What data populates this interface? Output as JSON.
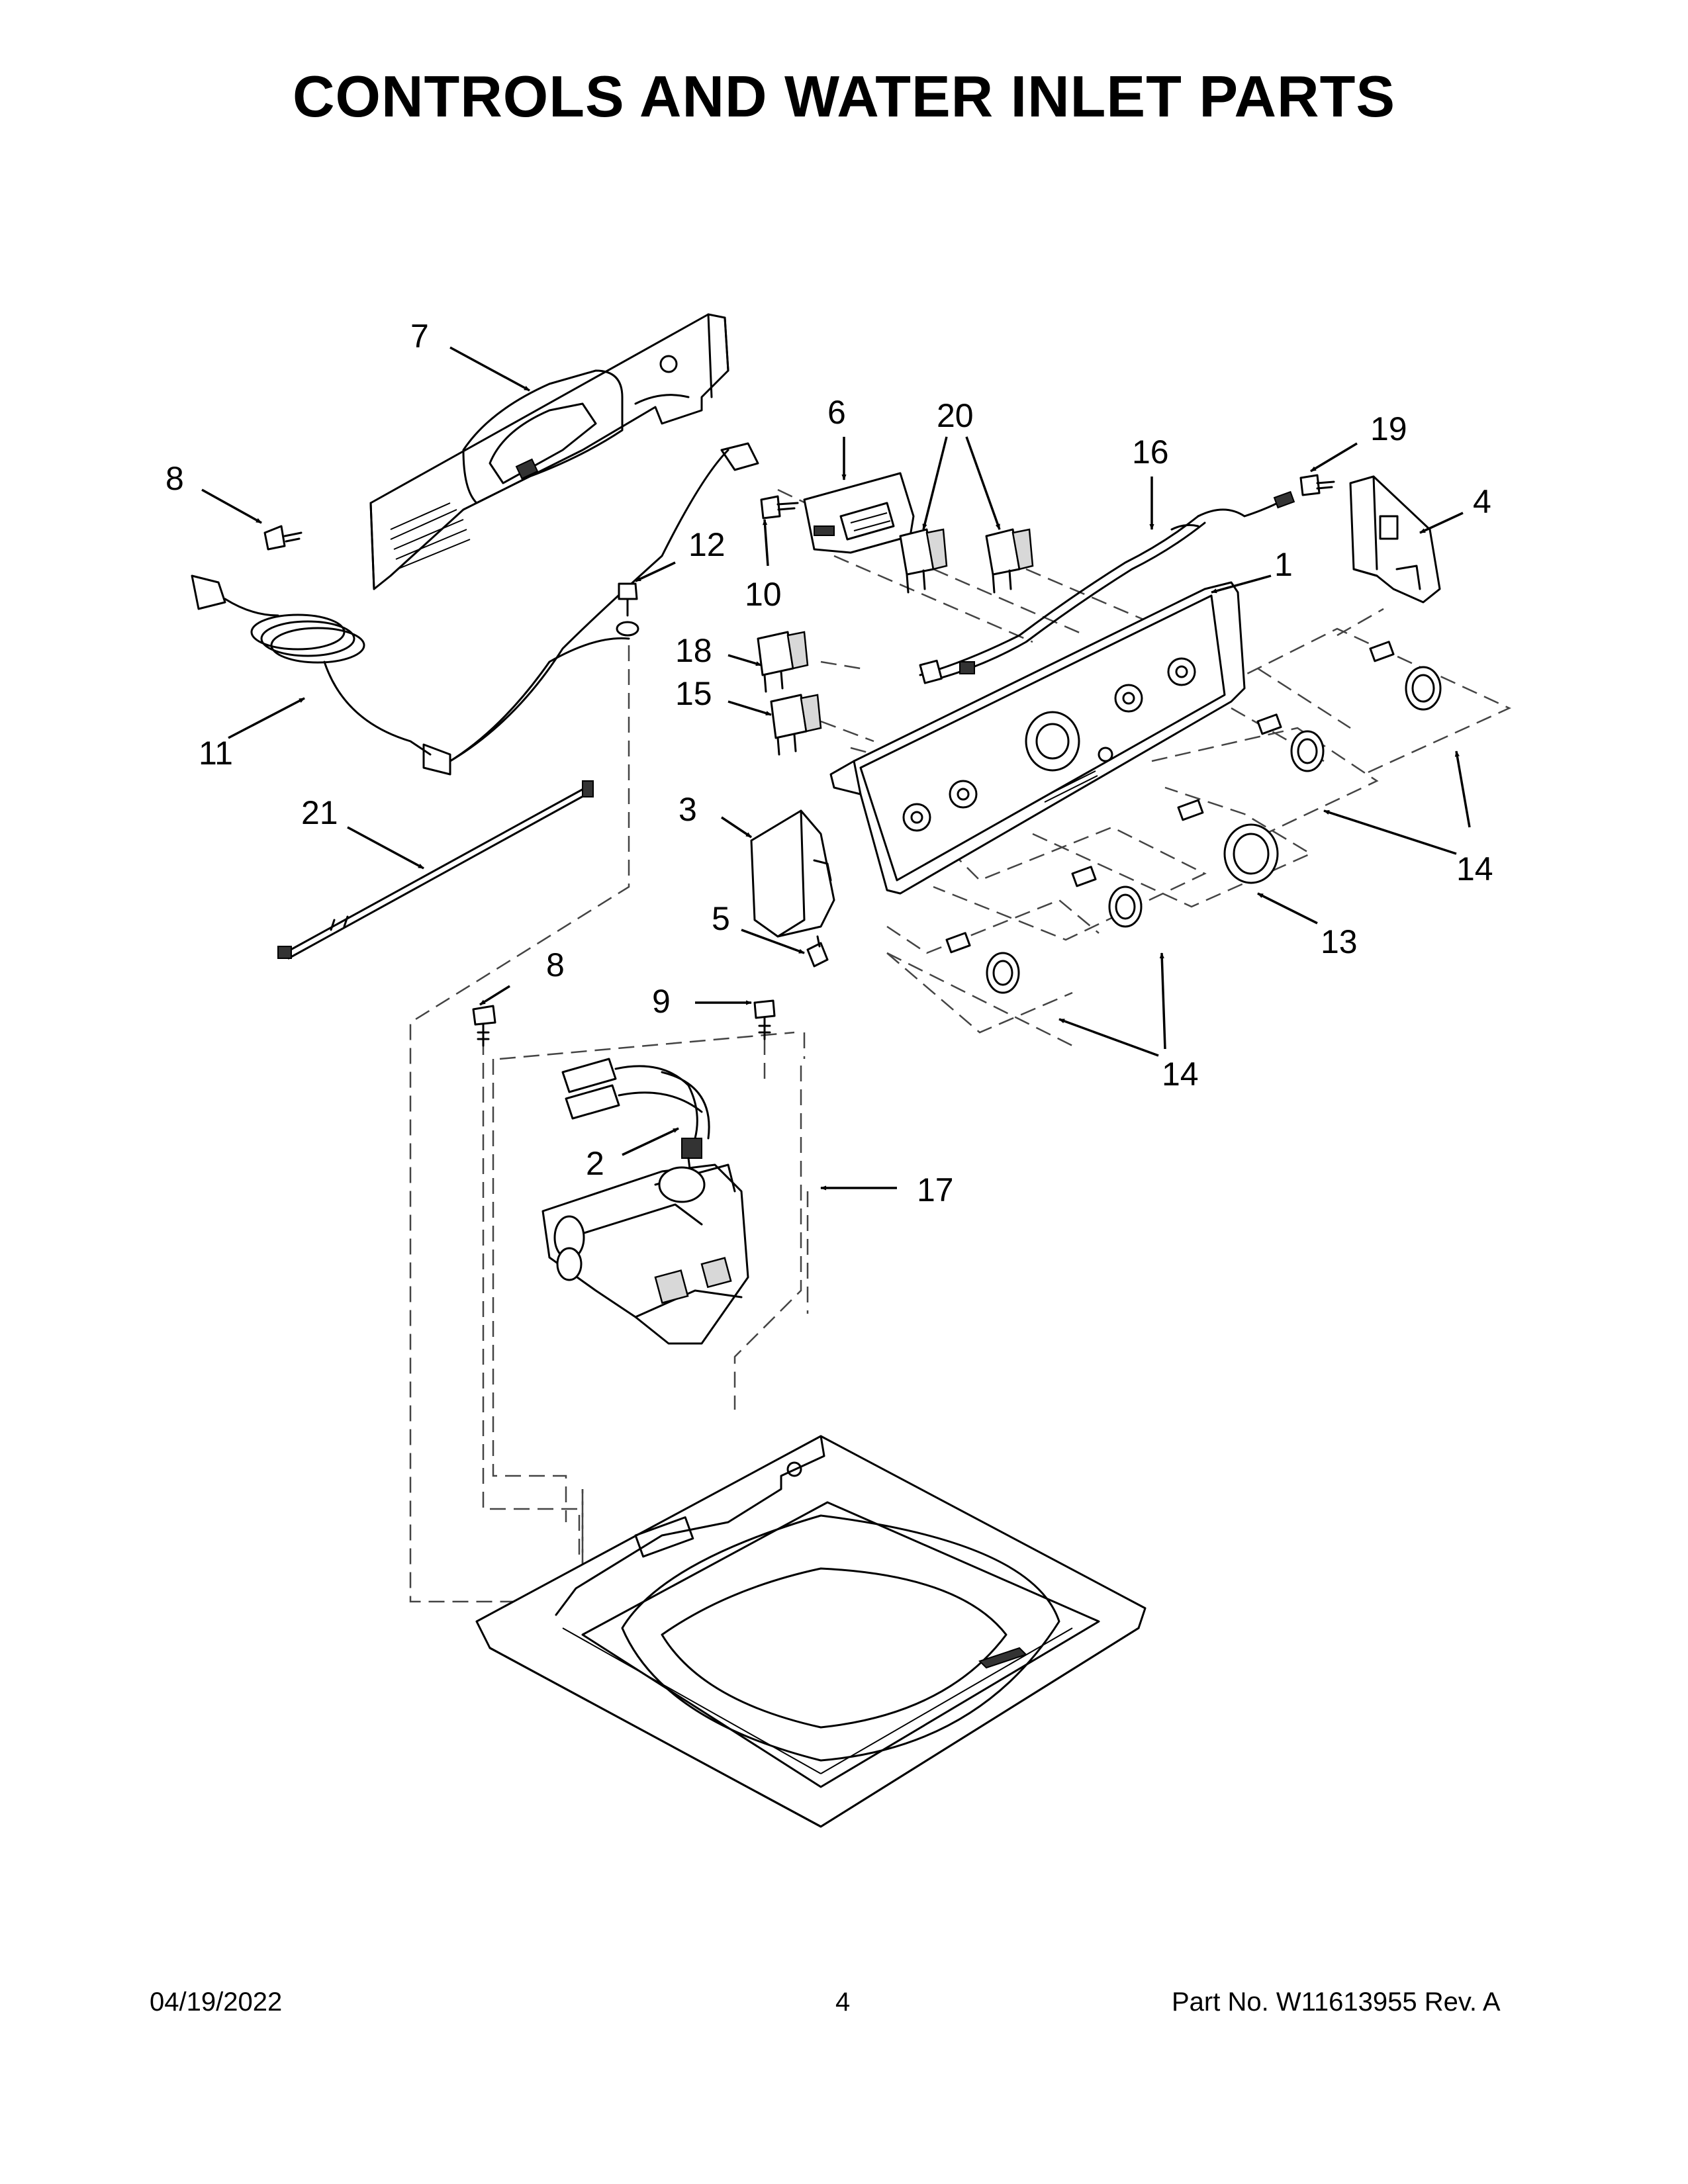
{
  "page": {
    "title": "CONTROLS AND WATER INLET PARTS",
    "footer": {
      "date": "04/19/2022",
      "page_number": "4",
      "part_number": "Part No.  W11613955  Rev.  A"
    }
  },
  "callouts": [
    "7",
    "6",
    "20",
    "16",
    "19",
    "4",
    "8",
    "10",
    "12",
    "1",
    "18",
    "15",
    "11",
    "21",
    "3",
    "5",
    "14",
    "13",
    "8",
    "9",
    "2",
    "17",
    "14"
  ],
  "colors": {
    "ink": "#000000",
    "paper": "#ffffff",
    "leader_dash": "#444444"
  }
}
